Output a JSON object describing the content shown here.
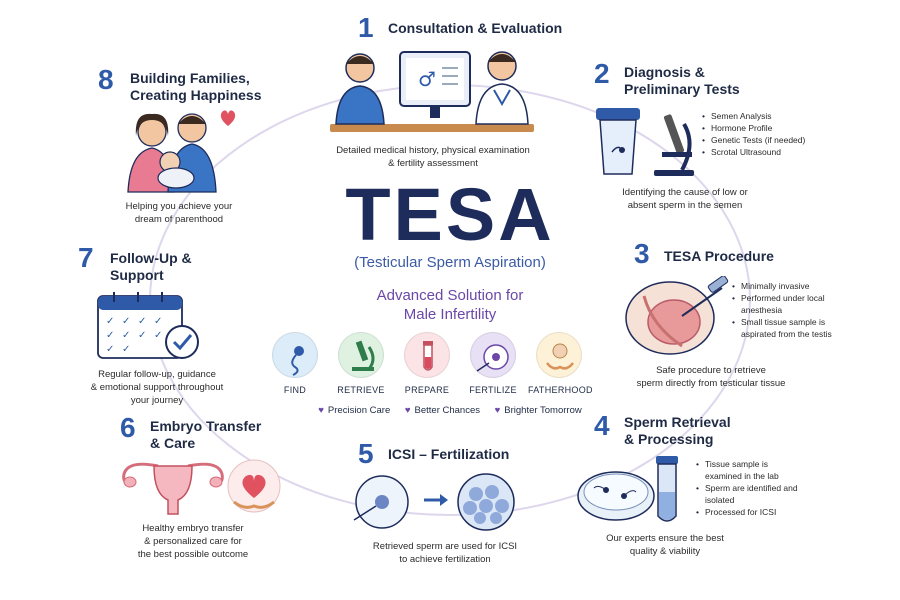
{
  "center": {
    "title": "TESA",
    "subtitle": "(Testicular Sperm Aspiration)",
    "tagline_line1": "Advanced Solution for",
    "tagline_line2": "Male Infertility"
  },
  "flow": [
    {
      "label": "FIND",
      "icon": "sperm-icon",
      "color": "#dcecf8"
    },
    {
      "label": "RETRIEVE",
      "icon": "microscope-icon",
      "color": "#dff2e2"
    },
    {
      "label": "PREPARE",
      "icon": "test-tube-icon",
      "color": "#fbe3e6"
    },
    {
      "label": "FERTILIZE",
      "icon": "egg-cell-icon",
      "color": "#e8e0f5"
    },
    {
      "label": "FATHERHOOD",
      "icon": "baby-hands-icon",
      "color": "#fdf1d8"
    }
  ],
  "chips": [
    "Precision Care",
    "Better Chances",
    "Brighter Tomorrow"
  ],
  "steps": {
    "s1": {
      "number": "1",
      "title": "Consultation & Evaluation",
      "desc_l1": "Detailed medical history, physical examination",
      "desc_l2": "& fertility assessment"
    },
    "s2": {
      "number": "2",
      "title_l1": "Diagnosis &",
      "title_l2": "Preliminary Tests",
      "bullets": [
        "Semen Analysis",
        "Hormone Profile",
        "Genetic Tests (if needed)",
        "Scrotal Ultrasound"
      ],
      "desc_l1": "Identifying the cause of low or",
      "desc_l2": "absent sperm in the semen"
    },
    "s3": {
      "number": "3",
      "title": "TESA Procedure",
      "bullets": [
        "Minimally invasive",
        "Performed under local anesthesia",
        "Small tissue sample is aspirated from the testis"
      ],
      "desc_l1": "Safe procedure to retrieve",
      "desc_l2": "sperm directly from testicular tissue"
    },
    "s4": {
      "number": "4",
      "title_l1": "Sperm Retrieval",
      "title_l2": "& Processing",
      "bullets": [
        "Tissue sample is examined in the lab",
        "Sperm are identified and isolated",
        "Processed for ICSI"
      ],
      "desc_l1": "Our experts ensure the best",
      "desc_l2": "quality & viability"
    },
    "s5": {
      "number": "5",
      "title": "ICSI – Fertilization",
      "desc_l1": "Retrieved sperm are used for ICSI",
      "desc_l2": "to achieve fertilization"
    },
    "s6": {
      "number": "6",
      "title_l1": "Embryo Transfer",
      "title_l2": "& Care",
      "desc_l1": "Healthy embryo transfer",
      "desc_l2": "& personalized care for",
      "desc_l3": "the best possible outcome"
    },
    "s7": {
      "number": "7",
      "title_l1": "Follow-Up &",
      "title_l2": "Support",
      "desc_l1": "Regular follow-up, guidance",
      "desc_l2": "& emotional support throughout",
      "desc_l3": "your journey"
    },
    "s8": {
      "number": "8",
      "title_l1": "Building Families,",
      "title_l2": "Creating Happiness",
      "desc_l1": "Helping you achieve your",
      "desc_l2": "dream of parenthood"
    }
  },
  "colors": {
    "navy": "#1e2c5b",
    "blue": "#2f5aa8",
    "purple": "#6b47a8",
    "ring": "#d9d2ea"
  }
}
